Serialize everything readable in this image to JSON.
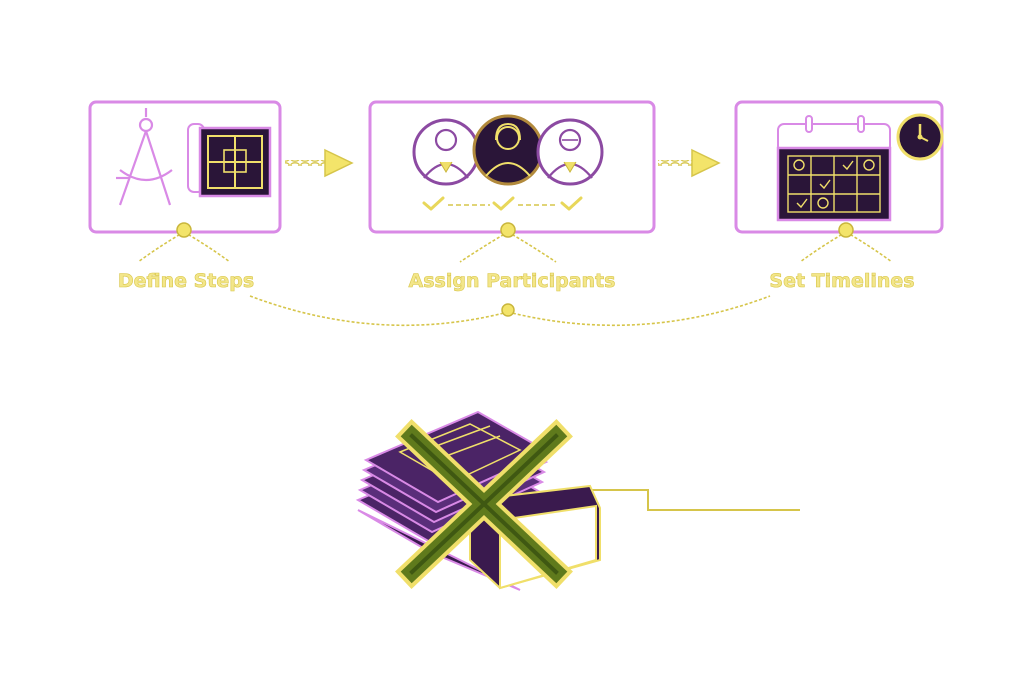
{
  "diagram": {
    "steps": [
      {
        "label": "Define Steps",
        "icon": "compass-blueprint-icon"
      },
      {
        "label": "Assign Participants",
        "icon": "participants-icon"
      },
      {
        "label": "Set Timelines",
        "icon": "calendar-clock-icon"
      }
    ],
    "bottom_icon": "crossed-out-paper-stack-icon"
  },
  "colors": {
    "panel_border": "#d98ae6",
    "accent_purple": "#3a1a4e",
    "gold": "#f0df6a",
    "gold_dark": "#c9b63c",
    "cross_green": "#5f7a1c"
  }
}
